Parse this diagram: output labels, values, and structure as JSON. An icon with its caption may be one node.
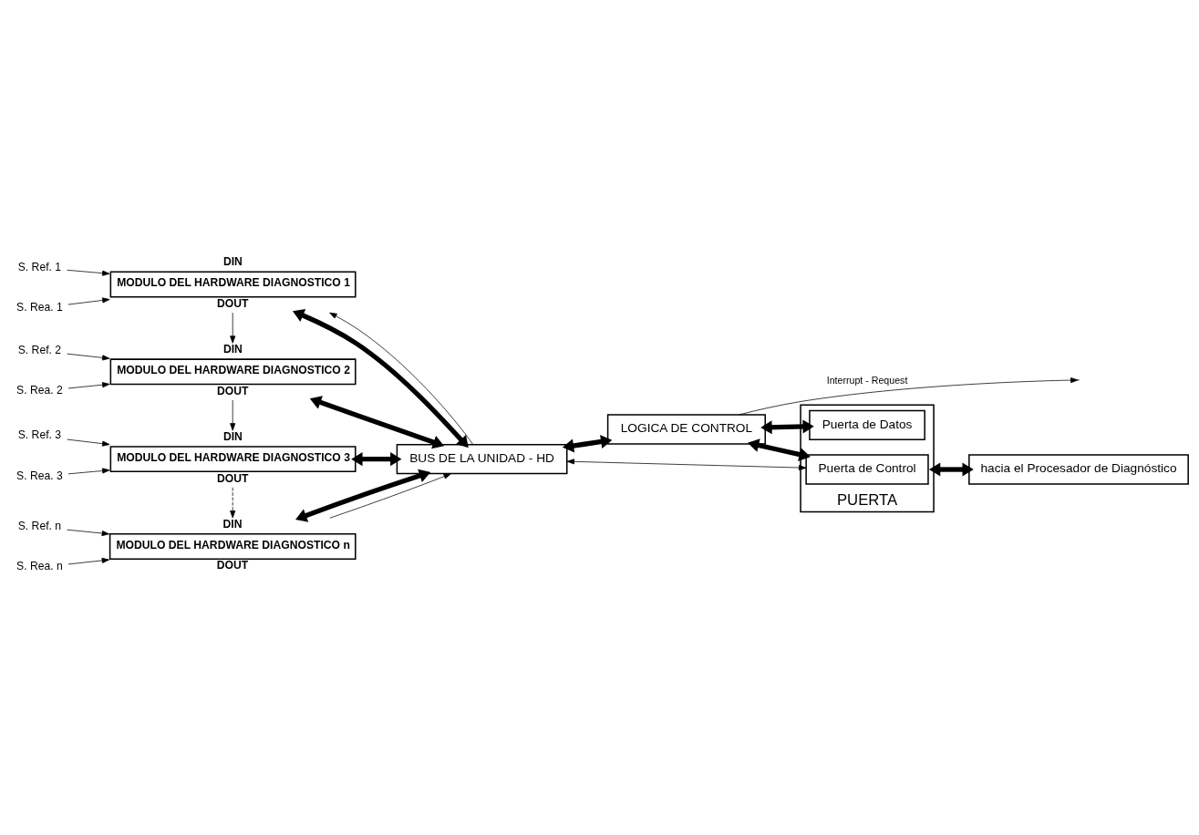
{
  "diagram": {
    "nodes": [
      {
        "text": [
          "S. Ref. 1"
        ]
      },
      {
        "text": [
          "S. Rea. 1"
        ]
      },
      {
        "text": [
          "MODULO DEL HARDWARE DIAGNOSTICO 1"
        ],
        "beside": [
          "DIN",
          "DOUT"
        ]
      },
      {
        "text": [
          "S. Ref. 2"
        ]
      },
      {
        "text": [
          "S. Rea. 2"
        ]
      },
      {
        "text": [
          "MODULO DEL HARDWARE DIAGNOSTICO 2"
        ],
        "beside": [
          "DIN",
          "DOUT"
        ]
      },
      {
        "text": [
          "S. Ref. 3"
        ]
      },
      {
        "text": [
          "S. Rea. 3"
        ]
      },
      {
        "text": [
          "MODULO DEL HARDWARE DIAGNOSTICO 3"
        ],
        "beside": [
          "DIN",
          "DOUT"
        ]
      },
      {
        "text": [
          "S. Ref. n"
        ]
      },
      {
        "text": [
          "S. Rea. n"
        ]
      },
      {
        "text": [
          "MODULO DEL HARDWARE DIAGNOSTICO n"
        ],
        "beside": [
          "DIN",
          "DOUT"
        ]
      },
      {
        "text": [
          "BUS DE LA UNIDAD - HD"
        ]
      },
      {
        "text": [
          "LOGICA DE CONTROL"
        ]
      },
      {
        "text": [
          "PUERTA"
        ]
      },
      {
        "text": [
          "Puerta de Control"
        ],
        "in": 14
      },
      {
        "text": [
          "Puerta de Datos"
        ],
        "in": 14
      },
      {
        "text": [
          "hacia el Procesador de Diagnóstico"
        ]
      }
    ],
    "edges": [
      {
        "from": 0,
        "to": 2,
        "arrow": "to"
      },
      {
        "from": 1,
        "to": 2,
        "arrow": "to"
      },
      {
        "from": 3,
        "to": 5,
        "arrow": "to"
      },
      {
        "from": 4,
        "to": 5,
        "arrow": "to"
      },
      {
        "from": 6,
        "to": 8,
        "arrow": "to"
      },
      {
        "from": 7,
        "to": 8,
        "arrow": "to"
      },
      {
        "from": 9,
        "to": 11,
        "arrow": "to"
      },
      {
        "from": 10,
        "to": 11,
        "arrow": "to"
      },
      {
        "from": 12,
        "to": 2,
        "arrow": "to"
      },
      {
        "from": 2,
        "to": 5,
        "arrow": "to"
      },
      {
        "from": 5,
        "to": 8,
        "arrow": "to"
      },
      {
        "from": 8,
        "to": 11,
        "arrow": "to",
        "style": "dashed"
      },
      {
        "from": 11,
        "to": 12,
        "arrow": "to"
      },
      {
        "from": 2,
        "to": 12,
        "arrow": "both",
        "style": "thick"
      },
      {
        "from": 5,
        "to": 12,
        "arrow": "both",
        "style": "thick"
      },
      {
        "from": 8,
        "to": 12,
        "arrow": "both",
        "style": "thick"
      },
      {
        "from": 11,
        "to": 12,
        "arrow": "both",
        "style": "thick"
      },
      {
        "from": 12,
        "to": 13,
        "arrow": "both",
        "style": "thick"
      },
      {
        "from": 15,
        "to": 12,
        "arrow": "both"
      },
      {
        "from": 13,
        "to": 15,
        "arrow": "both",
        "style": "thick"
      },
      {
        "from": 13,
        "to": 16,
        "arrow": "both",
        "style": "thick"
      },
      {
        "from": 13,
        "to": null,
        "arrow": "to",
        "label": "Interrupt - Request"
      },
      {
        "from": 14,
        "to": 17,
        "arrow": "both",
        "style": "thick"
      }
    ]
  }
}
